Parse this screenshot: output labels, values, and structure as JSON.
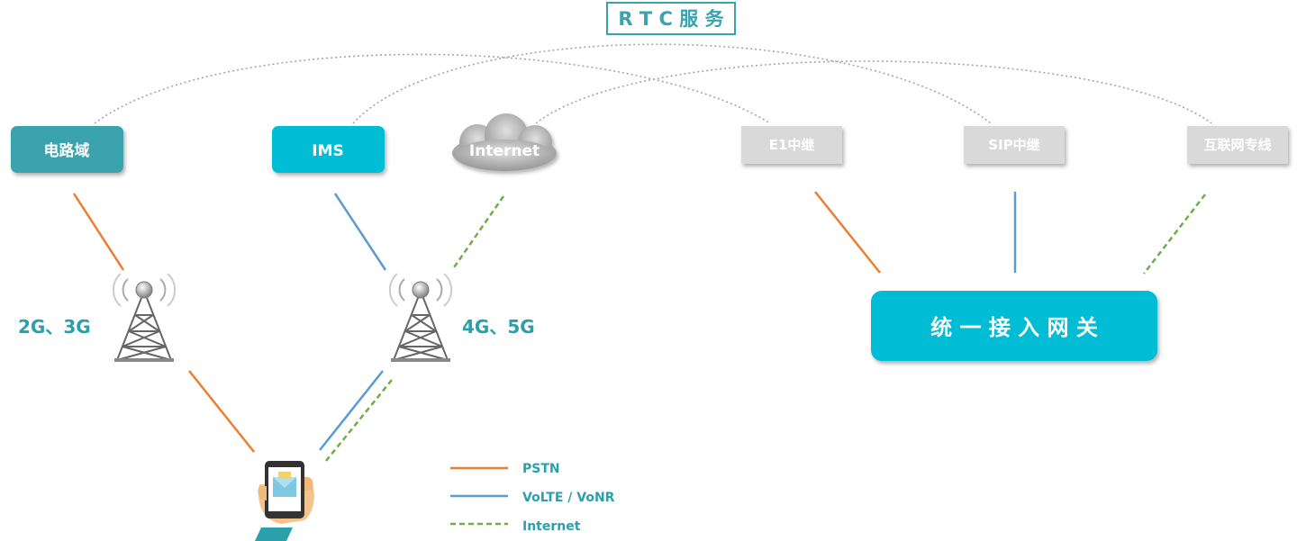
{
  "title": "R T C 服 务",
  "nodes": {
    "circuit_domain": "电路域",
    "ims": "IMS",
    "internet_cloud": "Internet",
    "e1_trunk": "E1中继",
    "sip_trunk": "SIP中继",
    "internet_line": "互联网专线",
    "gateway": "统 一 接 入 网 关"
  },
  "towers": {
    "left_label": "2G、3G",
    "right_label": "4G、5G"
  },
  "legend": [
    {
      "label": "PSTN",
      "color": "#ed7d31",
      "style": "solid"
    },
    {
      "label": "VoLTE / VoNR",
      "color": "#5b9bd5",
      "style": "solid"
    },
    {
      "label": "Internet",
      "color": "#70ad47",
      "style": "dashed"
    }
  ],
  "colors": {
    "teal_dark": "#3aa3ad",
    "teal_bright": "#00bcd4",
    "gray_box": "#d9d9d9",
    "label_teal": "#2aa0ad",
    "pstn": "#ed7d31",
    "volte": "#5b9bd5",
    "internet": "#70ad47"
  }
}
